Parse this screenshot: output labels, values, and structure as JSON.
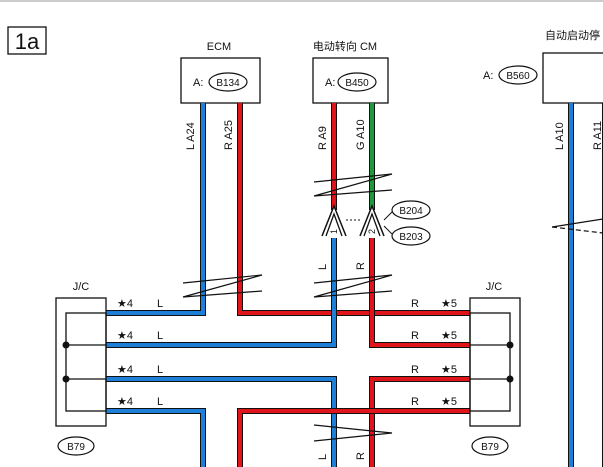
{
  "page_label": "1a",
  "modules": [
    {
      "name": "ECM",
      "connector_prefix": "A:",
      "connector": "B134"
    },
    {
      "name": "电动转向 CM",
      "connector_prefix": "A:",
      "connector": "B450"
    },
    {
      "name": "自动启动停",
      "connector_prefix": "A:",
      "connector": "B560"
    }
  ],
  "wire_labels": {
    "ecm_l": "L A24",
    "ecm_r": "R A25",
    "eps_r": "R A9",
    "eps_g": "G A10",
    "ss_l": "L A10",
    "ss_r": "R A11"
  },
  "connectors": {
    "b204": "B204",
    "b203": "B203",
    "pin1": "1",
    "pin2": "2",
    "b79_left": "B79",
    "b79_right": "B79"
  },
  "junction": {
    "left_title": "J/C",
    "right_title": "J/C",
    "left_marks": [
      "★4",
      "★4",
      "★4",
      "★4"
    ],
    "right_marks": [
      "★5",
      "★5",
      "★5",
      "★5"
    ],
    "left_colors": [
      "L",
      "L",
      "L",
      "L"
    ],
    "right_colors": [
      "R",
      "R",
      "R",
      "R"
    ]
  },
  "lower_labels": {
    "l": "L",
    "r": "R"
  },
  "mid_labels": {
    "l": "L",
    "r": "R"
  },
  "wire_colors": {
    "blue": "#1e7fd8",
    "red": "#e0141b",
    "green": "#1c9a3c",
    "black": "#111111"
  }
}
